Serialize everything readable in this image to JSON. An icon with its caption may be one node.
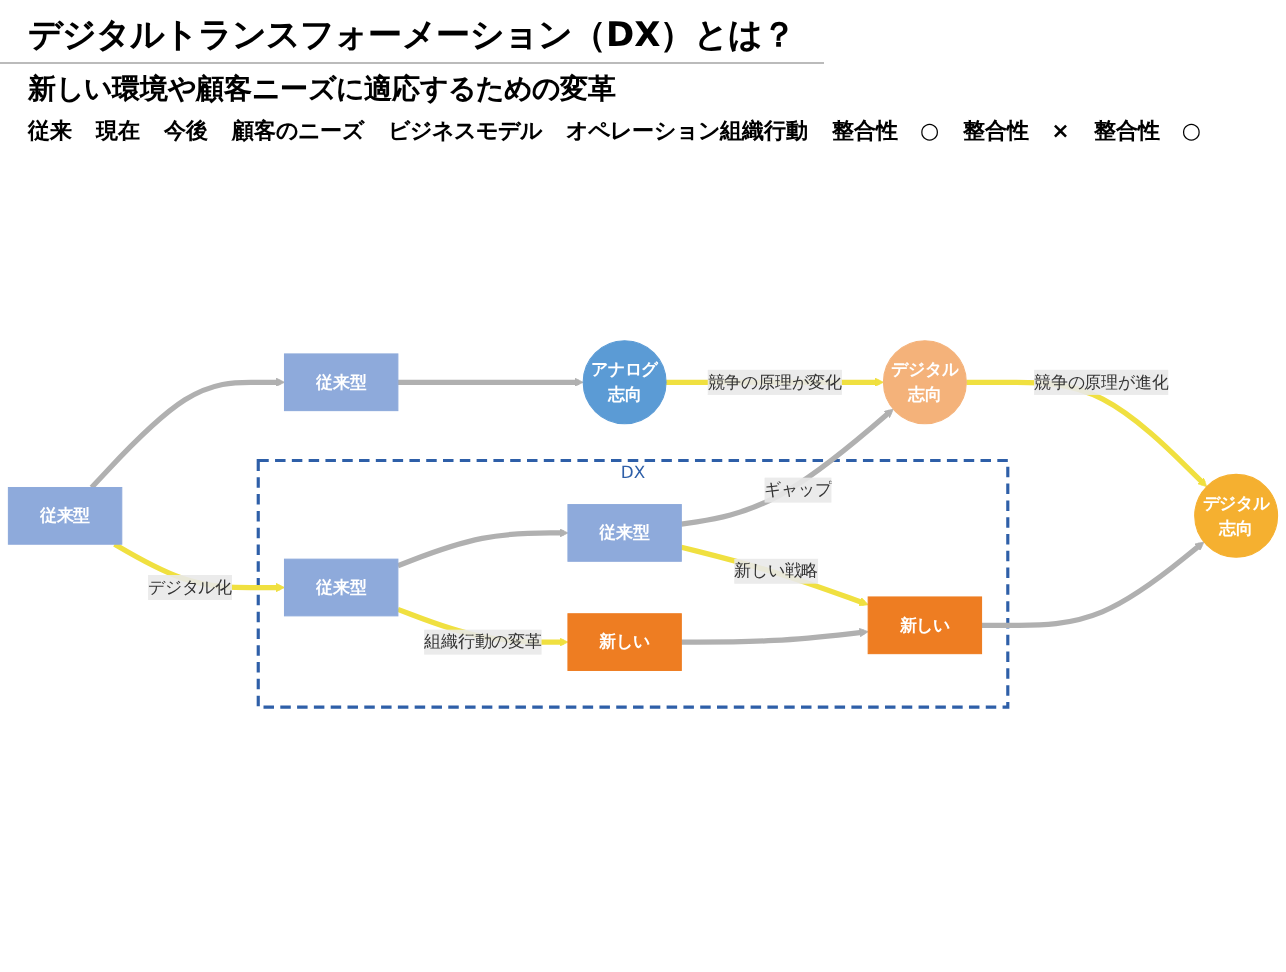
{
  "diagram": {
    "title": "デジタルトランスフォーメーション（DX）とは？",
    "nodes": [
      {
        "text": [
          "アナログ",
          "志向"
        ]
      },
      {
        "text": [
          "デジタル",
          "志向"
        ]
      },
      {
        "text": [
          "デジタル",
          "志向"
        ]
      },
      {
        "text": [
          "従来型"
        ]
      },
      {
        "text": [
          "DX"
        ]
      },
      {
        "text": [
          "従来型"
        ],
        "in": 4
      },
      {
        "text": [
          "新しい"
        ],
        "in": 4
      },
      {
        "text": [
          "従来型"
        ]
      },
      {
        "text": [
          "従来型"
        ],
        "in": 4
      },
      {
        "text": [
          "新しい"
        ],
        "in": 4
      }
    ],
    "edges": [
      {
        "from": 0,
        "to": 1,
        "arrow": "to",
        "label": "競争の原理が変化",
        "color": "#f0e040"
      },
      {
        "from": 1,
        "to": 2,
        "arrow": "to",
        "label": "競争の原理が進化",
        "color": "#f0e040"
      },
      {
        "from": 5,
        "to": 6,
        "arrow": "to",
        "label": "新しい戦略",
        "color": "#f0e040"
      },
      {
        "from": 7,
        "to": 8,
        "arrow": "to",
        "label": "デジタル化",
        "color": "#f0e040"
      },
      {
        "from": 8,
        "to": 9,
        "arrow": "to",
        "label": "組織行動の変革",
        "color": "#f0e040"
      },
      {
        "from": 7,
        "to": 3,
        "arrow": "to"
      },
      {
        "from": 3,
        "to": 0,
        "arrow": "to"
      },
      {
        "from": 8,
        "to": 5,
        "arrow": "to"
      },
      {
        "from": 5,
        "to": 1,
        "arrow": "to",
        "label": "ギャップ"
      },
      {
        "from": 9,
        "to": 6,
        "arrow": "to"
      },
      {
        "from": 6,
        "to": 2,
        "arrow": "to"
      }
    ],
    "labels": [
      "新しい環境や顧客ニーズに適応するための変革",
      "従来",
      "現在",
      "今後",
      "顧客のニーズ",
      "ビジネスモデル",
      "オペレーション組織行動",
      "整合性　○",
      "整合性　×",
      "整合性　○"
    ]
  }
}
